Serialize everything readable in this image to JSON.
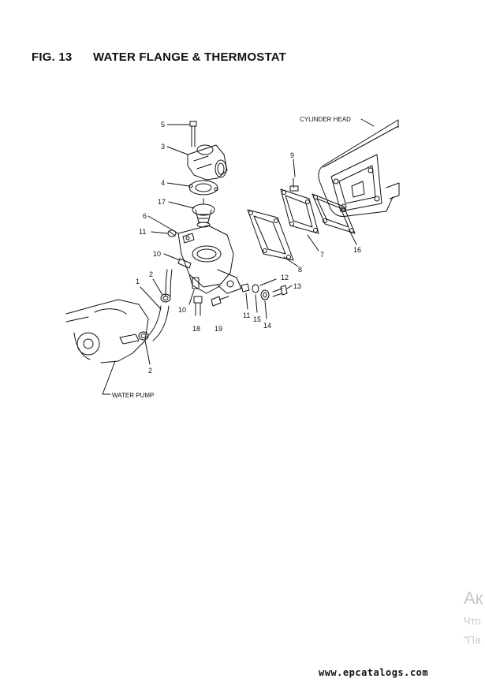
{
  "figure": {
    "number": "FIG. 13",
    "title": "WATER FLANGE & THERMOSTAT"
  },
  "labels": {
    "cylinder_head": "CYLINDER HEAD",
    "water_pump": "WATER PUMP"
  },
  "callouts": {
    "p1": "1",
    "p2a": "2",
    "p2b": "2",
    "p3": "3",
    "p4": "4",
    "p5": "5",
    "p6": "6",
    "p7": "7",
    "p8": "8",
    "p9": "9",
    "p10a": "10",
    "p10b": "10",
    "p11a": "11",
    "p11b": "11",
    "p12": "12",
    "p13": "13",
    "p14": "14",
    "p15": "15",
    "p16": "16",
    "p17": "17",
    "p18": "18",
    "p19": "19"
  },
  "watermark": "www.epcatalogs.com",
  "overlay": {
    "line1": "Ак",
    "line2": "Что",
    "line3": "\"Па"
  }
}
